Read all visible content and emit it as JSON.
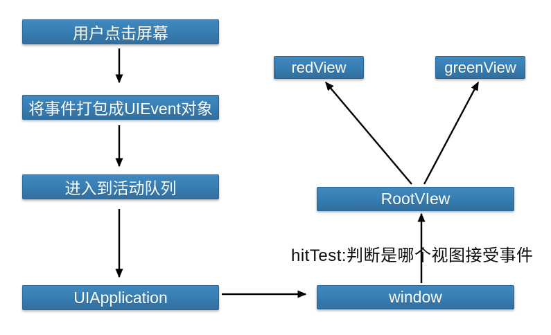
{
  "colors": {
    "box_fill": "#377fb5",
    "box_border": "#2a6899",
    "box_text": "#ffffff",
    "arrow": "#000000",
    "annotation_text": "#0a0a0a",
    "page_bg": "#ffffff"
  },
  "nodes": {
    "tap": {
      "label": "用户点击屏幕"
    },
    "uievent": {
      "label": "将事件打包成UIEvent对象"
    },
    "queue": {
      "label": "进入到活动队列"
    },
    "uiapplication": {
      "label": "UIApplication"
    },
    "window": {
      "label": "window"
    },
    "rootview": {
      "label": "RootVIew"
    },
    "redview": {
      "label": "redView"
    },
    "greenview": {
      "label": "greenView"
    }
  },
  "annotation": {
    "hit_test_label": "hitTest:判断是哪个视图接受事件"
  },
  "edges": [
    {
      "from": "tap",
      "to": "uievent"
    },
    {
      "from": "uievent",
      "to": "queue"
    },
    {
      "from": "queue",
      "to": "uiapplication"
    },
    {
      "from": "uiapplication",
      "to": "window"
    },
    {
      "from": "window",
      "to": "rootview"
    },
    {
      "from": "rootview",
      "to": "redview"
    },
    {
      "from": "rootview",
      "to": "greenview"
    }
  ]
}
